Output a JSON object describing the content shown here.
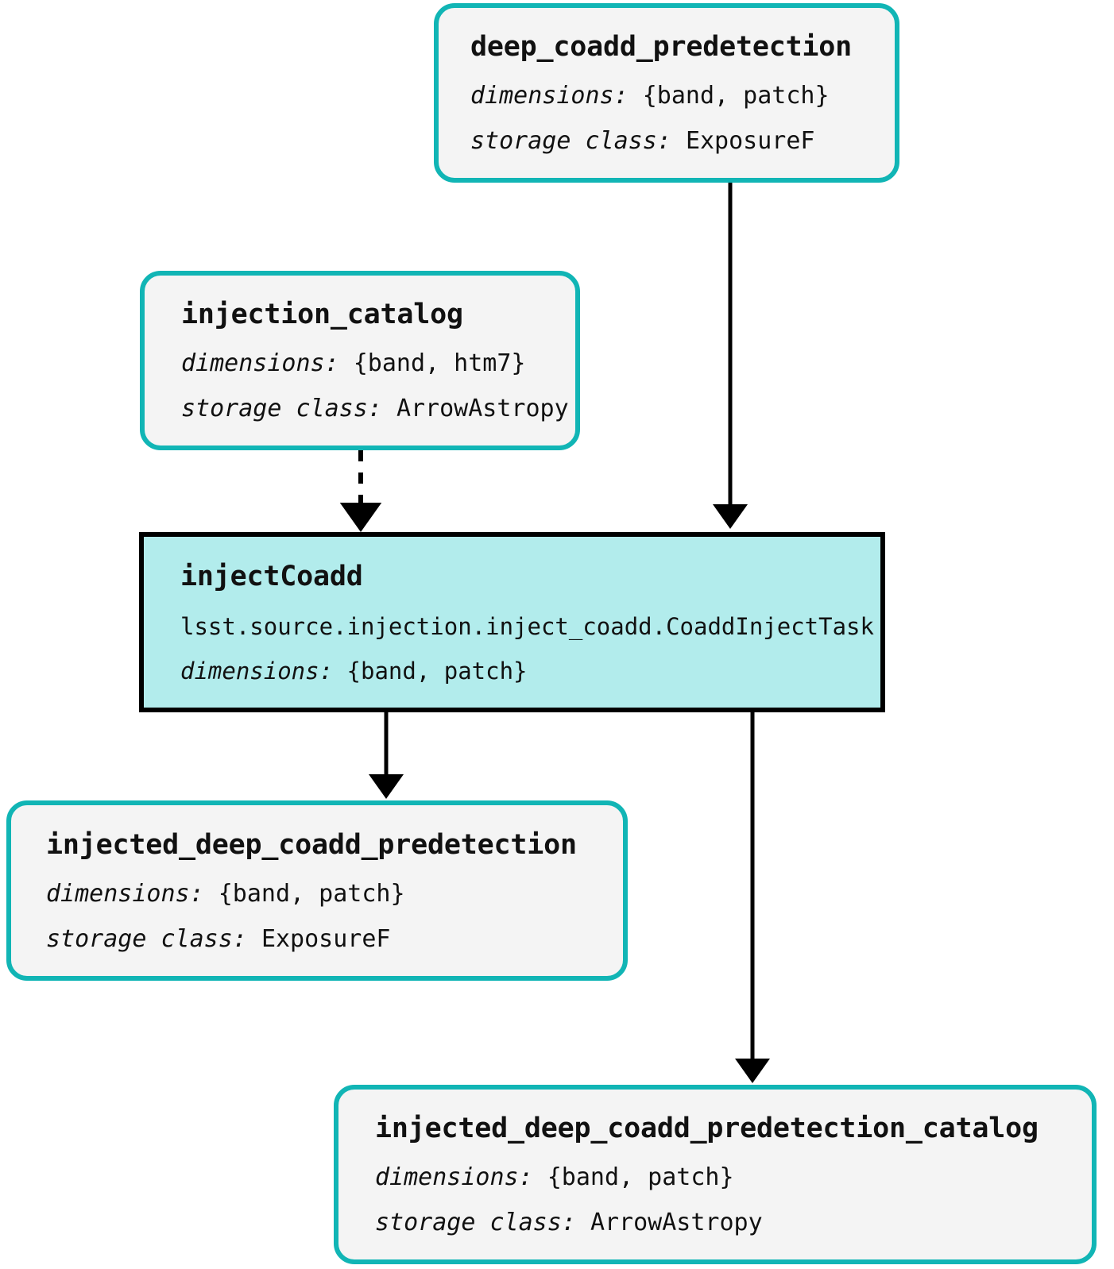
{
  "diagram": {
    "type": "pipeline-graph",
    "title": "",
    "colors": {
      "dataset_border": "#11b5b5",
      "dataset_fill": "#f4f4f4",
      "task_border": "#000000",
      "task_fill": "#b2ecec",
      "edge": "#000000",
      "text": "#111111"
    },
    "labels": {
      "dimensions_key": "dimensions:",
      "storage_class_key": "storage class:"
    }
  },
  "nodes": [
    {
      "id": "deep_coadd_predetection",
      "kind": "dataset",
      "title": "deep_coadd_predetection",
      "dimensions": "{band, patch}",
      "storage_class": "ExposureF"
    },
    {
      "id": "injection_catalog",
      "kind": "dataset",
      "title": "injection_catalog",
      "dimensions": "{band, htm7}",
      "storage_class": "ArrowAstropy"
    },
    {
      "id": "injectCoadd",
      "kind": "task",
      "title": "injectCoadd",
      "task_class": "lsst.source.injection.inject_coadd.CoaddInjectTask",
      "dimensions": "{band, patch}"
    },
    {
      "id": "injected_deep_coadd_predetection",
      "kind": "dataset",
      "title": "injected_deep_coadd_predetection",
      "dimensions": "{band, patch}",
      "storage_class": "ExposureF"
    },
    {
      "id": "injected_deep_coadd_predetection_catalog",
      "kind": "dataset",
      "title": "injected_deep_coadd_predetection_catalog",
      "dimensions": "{band, patch}",
      "storage_class": "ArrowAstropy"
    }
  ],
  "edges": [
    {
      "from": "deep_coadd_predetection",
      "to": "injectCoadd",
      "style": "solid"
    },
    {
      "from": "injection_catalog",
      "to": "injectCoadd",
      "style": "dashed"
    },
    {
      "from": "injectCoadd",
      "to": "injected_deep_coadd_predetection",
      "style": "solid"
    },
    {
      "from": "injectCoadd",
      "to": "injected_deep_coadd_predetection_catalog",
      "style": "solid"
    }
  ]
}
